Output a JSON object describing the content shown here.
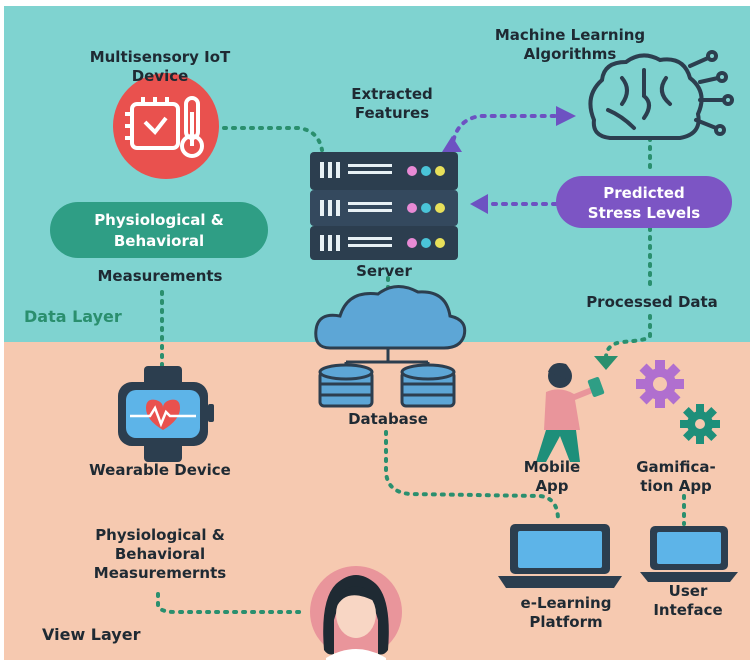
{
  "colors": {
    "data_layer_bg": "#7fd3d0",
    "view_layer_bg": "#f6c9b0",
    "iot_red": "#e9514e",
    "green_pill": "#2f9e85",
    "purple_pill": "#7c55c4",
    "server_dark": "#2c3e4f",
    "cloud_blue": "#5da6d6",
    "connector_green": "#2a8f6e",
    "connector_purple": "#6d52c2",
    "gear_purple": "#b06fcf",
    "gear_teal": "#1e8f7a",
    "face_pink": "#e9959b",
    "text_dark": "#1f2a33"
  },
  "icons": {
    "iot": "chip-thermometer-icon",
    "ml": "brain-circuit-icon",
    "server": "server-rack-icon",
    "cloud": "cloud-icon",
    "database": "database-icon",
    "wearable": "smartwatch-heart-icon",
    "mobile": "person-with-phone-icon",
    "gamification": "gears-icon",
    "elearning": "laptop-icon",
    "user_interface": "laptop-icon",
    "user": "user-avatar-icon"
  },
  "layers": {
    "data": "Data Layer",
    "view": "View Layer"
  },
  "labels": {
    "iot_line1": "Multisensory IoT",
    "iot_line2": "Device",
    "ml_line1": "Machine Learning",
    "ml_line2": "Algorithms",
    "extracted_line1": "Extracted",
    "extracted_line2": "Features",
    "server": "Server",
    "predicted_line1": "Predicted",
    "predicted_line2": "Stress Levels",
    "physio_pill_line1": "Physiological &",
    "physio_pill_line2": "Behavioral",
    "measurements": "Measurements",
    "processed_data": "Processed Data",
    "database": "Database",
    "wearable": "Wearable Device",
    "mobile_line1": "Mobile",
    "mobile_line2": "App",
    "gamification_line1": "Gamifica-",
    "gamification_line2": "tion App",
    "physio_bottom_line1": "Physiological &",
    "physio_bottom_line2": "Behavioral",
    "physio_bottom_line3": "Measuremernts",
    "elearning_line1": "e-Learning",
    "elearning_line2": "Platform",
    "ui_line1": "User",
    "ui_line2": "Inteface"
  }
}
